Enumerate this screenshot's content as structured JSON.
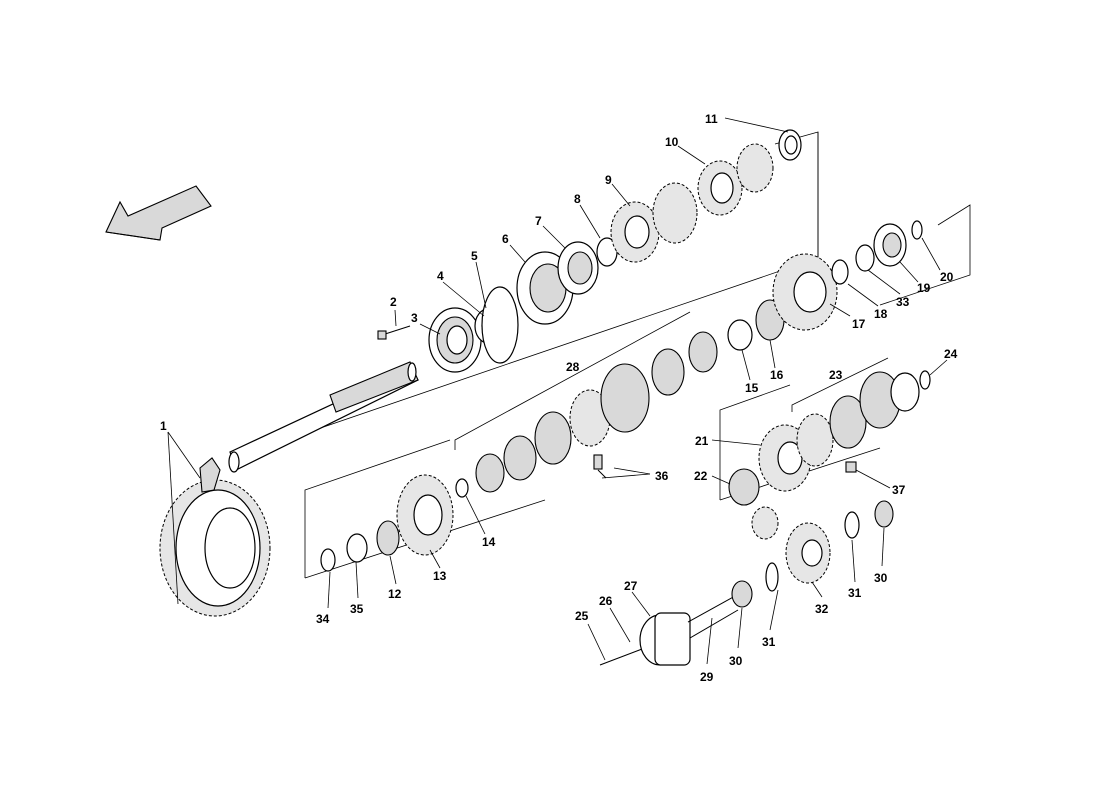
{
  "callouts": {
    "c1": "1",
    "c2": "2",
    "c3": "3",
    "c4": "4",
    "c5": "5",
    "c6": "6",
    "c7": "7",
    "c8": "8",
    "c9": "9",
    "c10": "10",
    "c11": "11",
    "c12": "12",
    "c13": "13",
    "c14": "14",
    "c15": "15",
    "c16": "16",
    "c17": "17",
    "c18": "18",
    "c19": "19",
    "c20": "20",
    "c21": "21",
    "c22": "22",
    "c23": "23",
    "c24": "24",
    "c25": "25",
    "c26": "26",
    "c27": "27",
    "c28": "28",
    "c29": "29",
    "c30a": "30",
    "c30b": "30",
    "c31a": "31",
    "c31b": "31",
    "c32": "32",
    "c33": "33",
    "c34": "34",
    "c35": "35",
    "c36": "36",
    "c37": "37"
  },
  "icons": {
    "direction_arrow": "arrow-left-down-icon"
  }
}
